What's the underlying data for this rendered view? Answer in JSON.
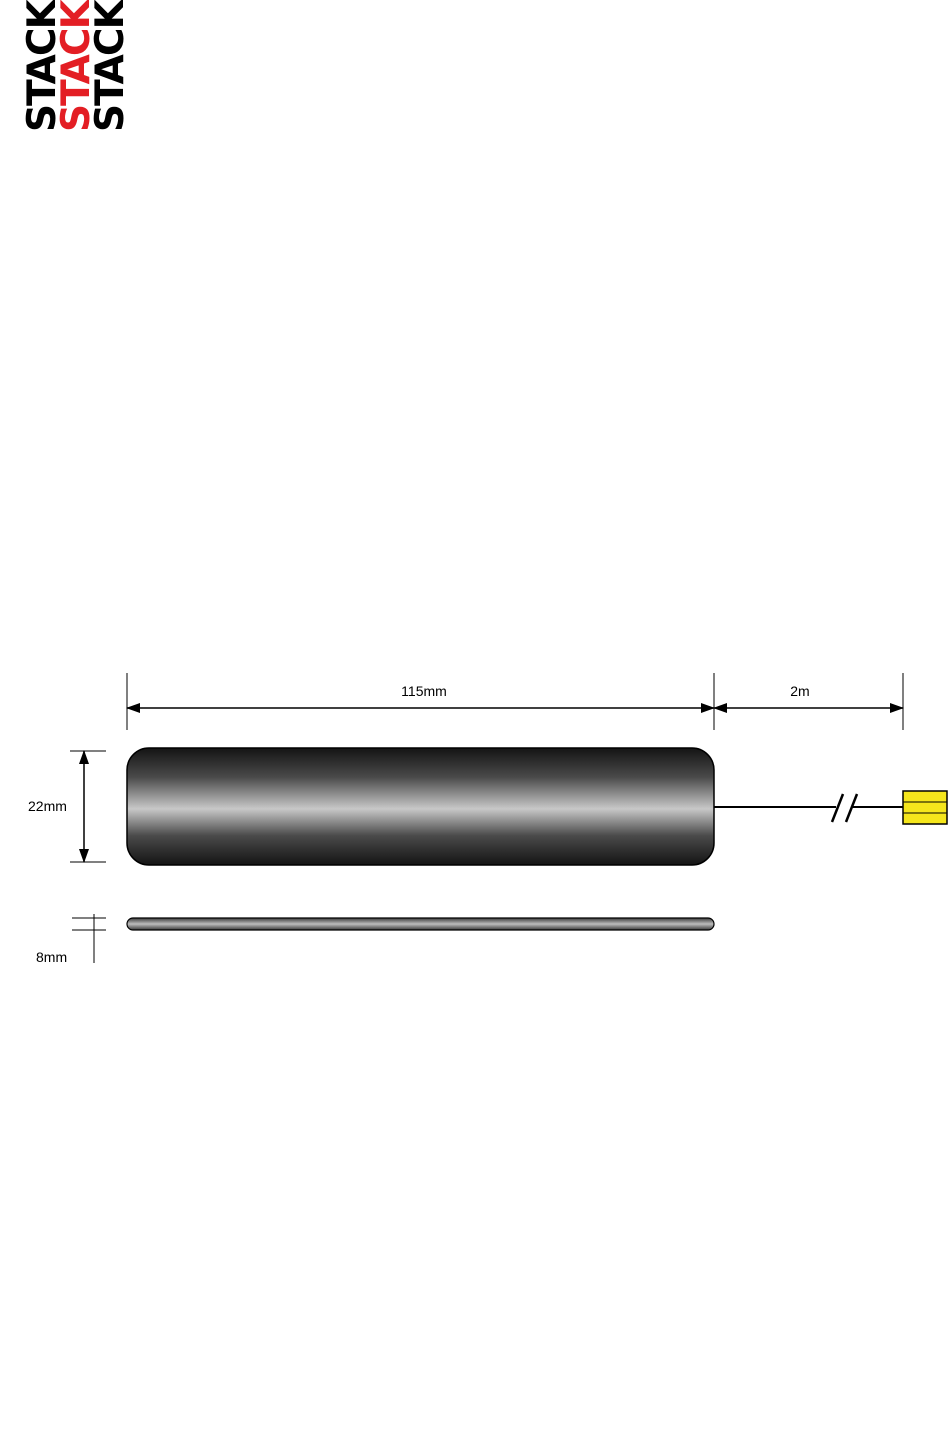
{
  "logo": {
    "lines": [
      "STACK",
      "STACK",
      "STACK"
    ],
    "colors": [
      "#000000",
      "#e31e24",
      "#000000"
    ]
  },
  "diagram": {
    "length_label": "115mm",
    "cable_label": "2m",
    "height_label": "22mm",
    "thickness_label": "8mm",
    "body_color": "#1a1a1a",
    "connector_color": "#f5e61c"
  }
}
